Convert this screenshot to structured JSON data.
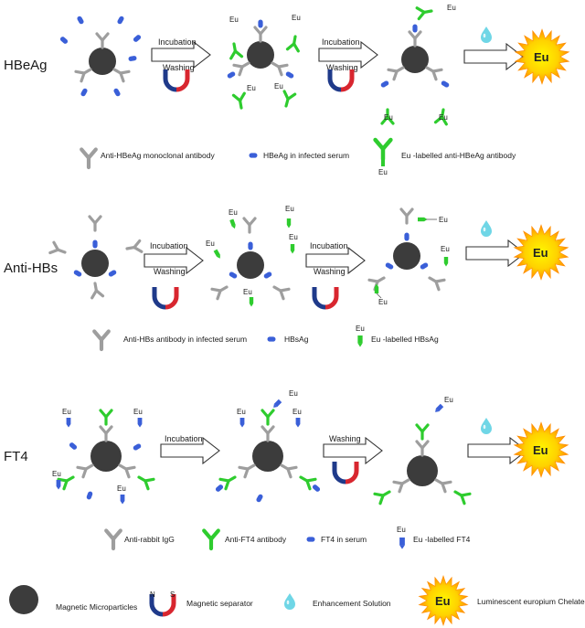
{
  "sections": [
    {
      "title": "HBeAg",
      "step1_top": "Incubation",
      "step1_bottom": "Washing",
      "step2": "Incubation",
      "step2_bottom": "Washing",
      "legend": [
        "Anti-HBeAg monoclonal antibody",
        "HBeAg in infected serum",
        "Eu -labelled anti-HBeAg antibody"
      ]
    },
    {
      "title": "Anti-HBs",
      "step1_top": "Incubation",
      "step1_bottom": "Washing",
      "step2": "Incubation",
      "step2_bottom": "Washing",
      "legend": [
        "Anti-HBs  antibody in infected serum",
        "HBsAg",
        "Eu -labelled HBsAg"
      ]
    },
    {
      "title": "FT4",
      "step1_top": "Incubation",
      "step2": "Washing",
      "legend": [
        "Anti-rabbit IgG",
        "Anti-FT4 antibody",
        "FT4 in serum",
        "Eu -labelled FT4"
      ]
    }
  ],
  "eu_label": "Eu",
  "bottom_legend": {
    "microparticles": "Magnetic Microparticles",
    "separator": "Magnetic separator",
    "magnet_n": "N",
    "magnet_s": "S",
    "enhancement": "Enhancement Solution",
    "chelate": "Luminescent europium Chelate"
  },
  "colors": {
    "particle": "#3c3c3c",
    "antibody_gray": "#9e9e9e",
    "antibody_green": "#2ecc2e",
    "antigen_blue": "#3a5fd8",
    "magnet_red": "#d8262f",
    "magnet_blue": "#1f3a8a",
    "drop": "#6fd6e6",
    "star_outer": "#ffa200",
    "star_inner": "#fff200"
  }
}
